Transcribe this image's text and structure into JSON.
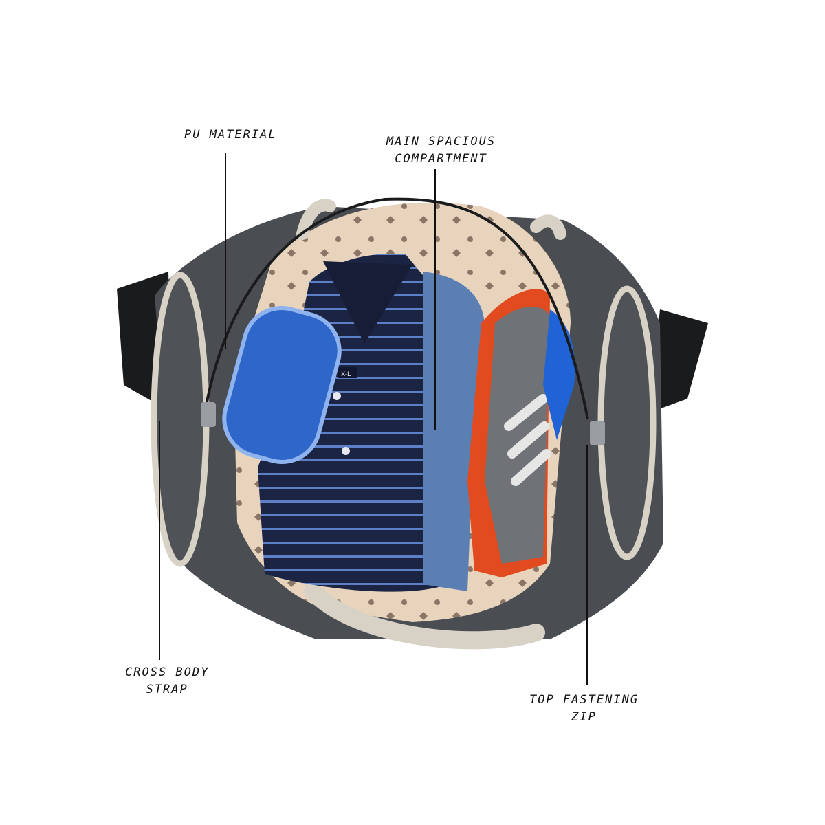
{
  "callouts": {
    "pu_material": "PU MATERIAL",
    "main_compartment_line1": "MAIN SPACIOUS",
    "main_compartment_line2": "COMPARTMENT",
    "cross_body_line1": "CROSS BODY",
    "cross_body_line2": "STRAP",
    "top_zip_line1": "TOP FASTENING",
    "top_zip_line2": "ZIP"
  },
  "shirt_size_tag": "X-L",
  "colors": {
    "bag_body": "#4a4d52",
    "bag_trim": "#d8d1c6",
    "lining": "#e8d3bd",
    "polo": "#1c2443",
    "polo_stripe": "#5d7fc7",
    "denim": "#5b7fb3",
    "case": "#2e66c9",
    "shoe": "#6f7377",
    "shoe_sole": "#e24a1f",
    "jersey": "#1f63d6"
  }
}
